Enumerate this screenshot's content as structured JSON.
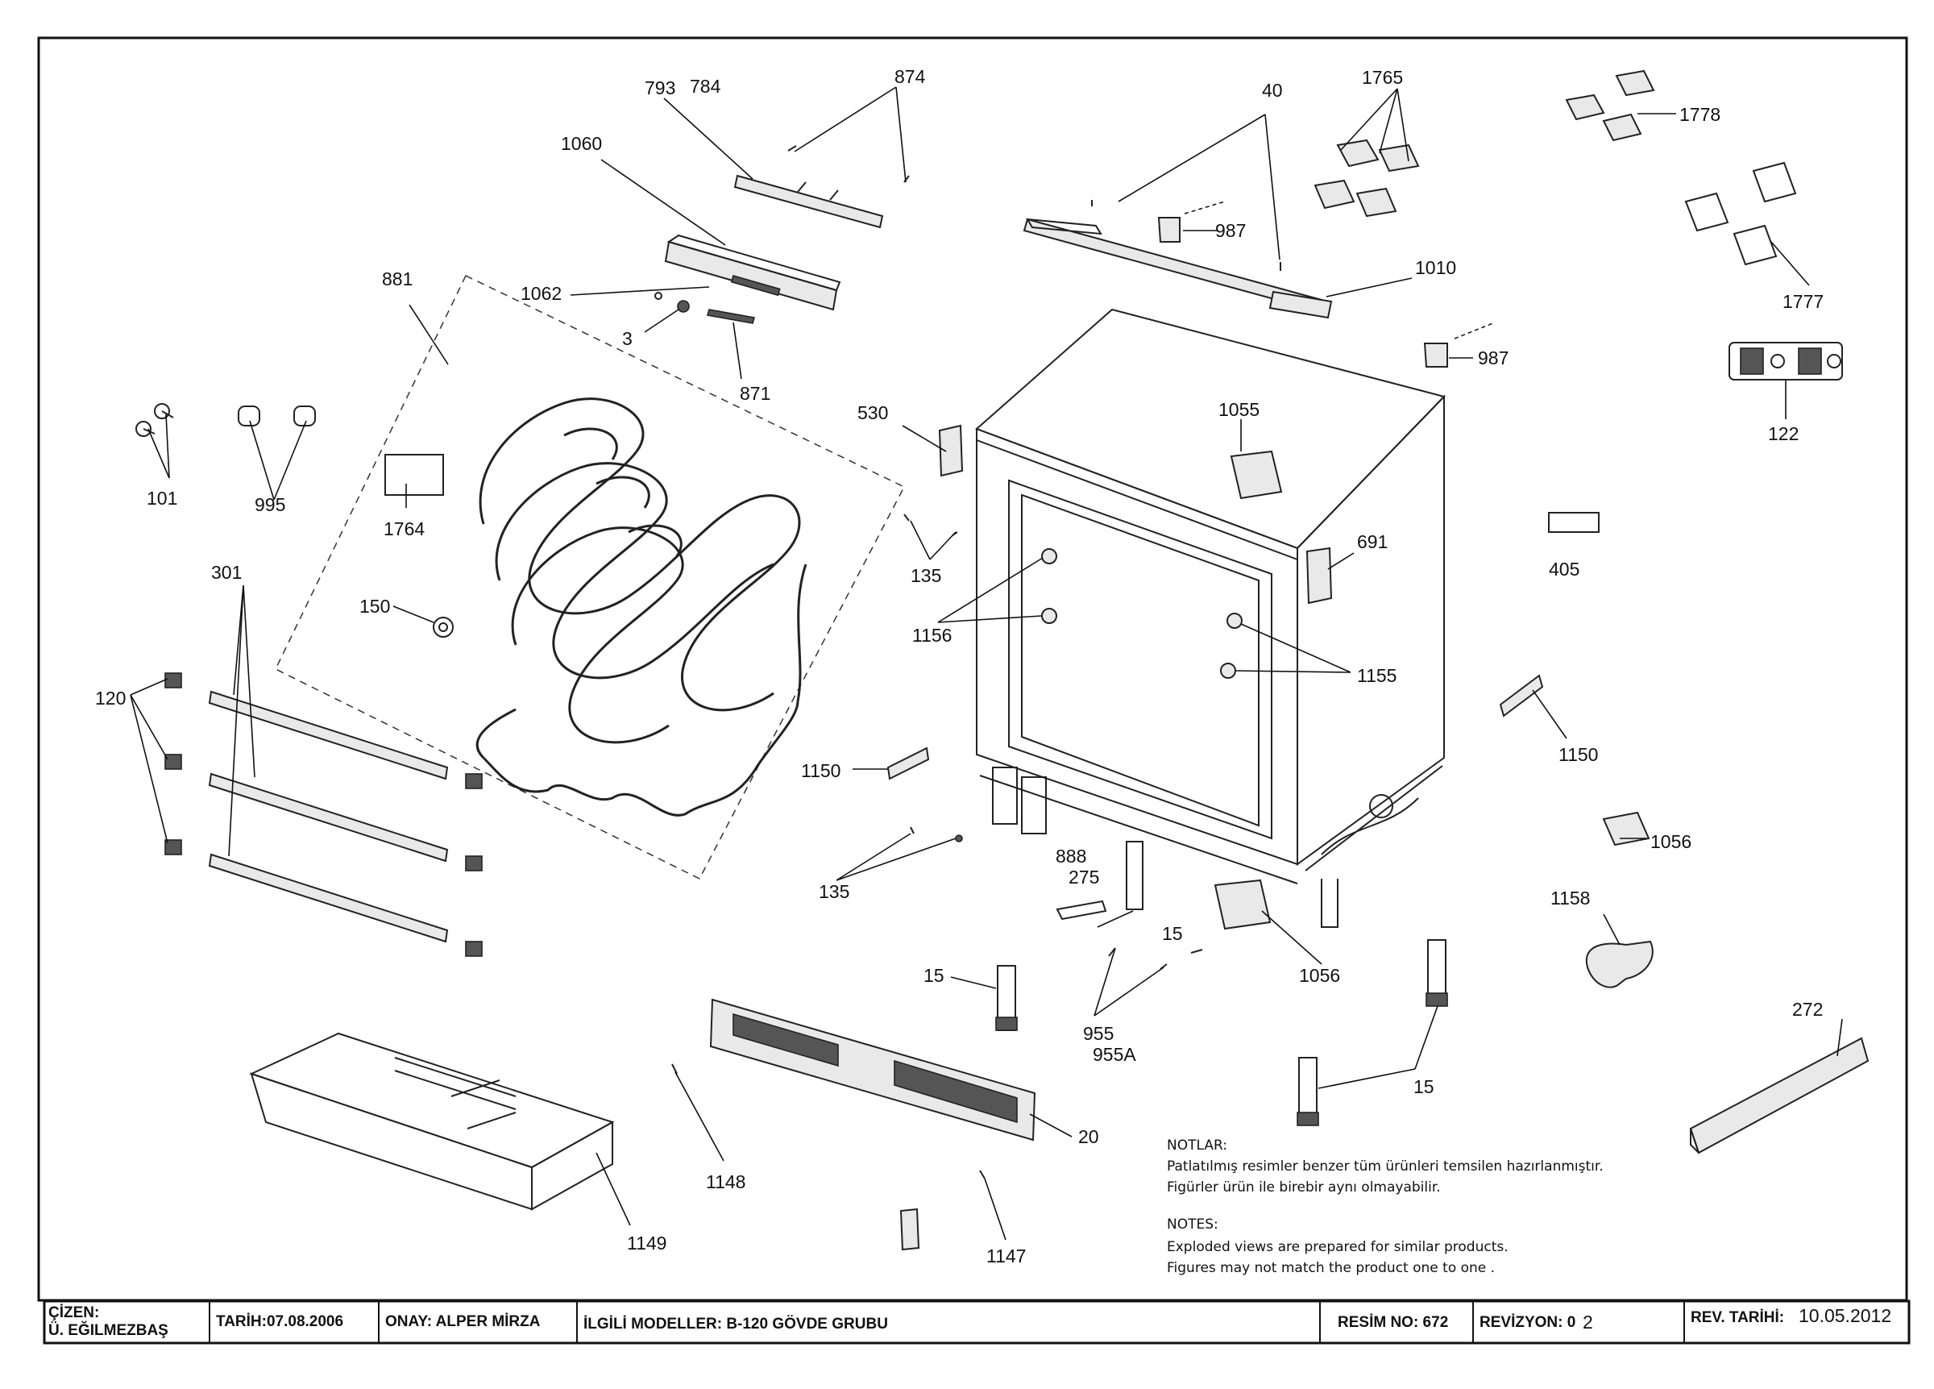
{
  "callouts": {
    "c793": "793",
    "c784": "784",
    "c874": "874",
    "c40": "40",
    "c1765": "1765",
    "c1778": "1778",
    "c1060": "1060",
    "c987a": "987",
    "c1010": "1010",
    "c987b": "987",
    "c1777": "1777",
    "c881": "881",
    "c1062": "1062",
    "c3": "3",
    "c871": "871",
    "c122": "122",
    "c530": "530",
    "c1055": "1055",
    "c101": "101",
    "c995": "995",
    "c1764": "1764",
    "c691": "691",
    "c405": "405",
    "c135a": "135",
    "c301": "301",
    "c150": "150",
    "c1156": "1156",
    "c1155": "1155",
    "c120": "120",
    "c1150a": "1150",
    "c1150b": "1150",
    "c1056a": "1056",
    "c888": "888",
    "c275": "275",
    "c135b": "135",
    "c15a": "15",
    "c1158": "1158",
    "c1056b": "1056",
    "c15b": "15",
    "c272": "272",
    "c955": "955",
    "c955a": "955A",
    "c15c": "15",
    "c20": "20",
    "c1148": "1148",
    "c1149": "1149",
    "c1147": "1147"
  },
  "notes": {
    "tr_title": "NOTLAR:",
    "tr_line1": "Patlatılmış  resimler benzer tüm ürünleri temsilen  hazırlanmıştır.",
    "tr_line2": "Figürler ürün ile birebir aynı olmayabilir.",
    "en_title": "NOTES:",
    "en_line1": "Exploded views are prepared for similar products.",
    "en_line2": "Figures  may not match the product one to one ."
  },
  "title_block": {
    "drawn_label": "ÇİZEN:",
    "drawn_name": "Ü. EĞILMEZBAŞ",
    "date": "TARİH:07.08.2006",
    "approval": "ONAY: ALPER MİRZA",
    "models": "İLGİLİ MODELLER: B-120 GÖVDE GRUBU",
    "drawing_no": "RESİM NO: 672",
    "revision_label": "REVİZYON: 0",
    "revision_value": "2",
    "rev_date_label": "REV. TARİHİ:",
    "rev_date_value": "10.05.2012"
  }
}
